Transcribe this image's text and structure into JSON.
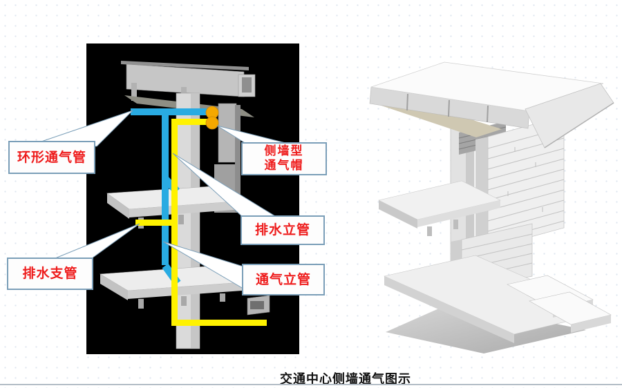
{
  "slide": {
    "caption": "交通中心侧墙通气图示"
  },
  "diagram": {
    "labels": {
      "ring_vent_pipe": "环形通气管",
      "side_wall_vent_cap": [
        "侧墙型",
        "通气帽"
      ],
      "drain_riser": "排水立管",
      "drain_branch": "排水支管",
      "vent_riser": "通气立管"
    },
    "colors": {
      "vent_pipe_blue": "#29ABE2",
      "drain_pipe_yellow": "#FFF200",
      "vent_cap_orange": "#F5A800",
      "label_text_red": "#EE1C1C",
      "callout_border": "#7A9EB8",
      "panel_background": "#000000"
    }
  }
}
